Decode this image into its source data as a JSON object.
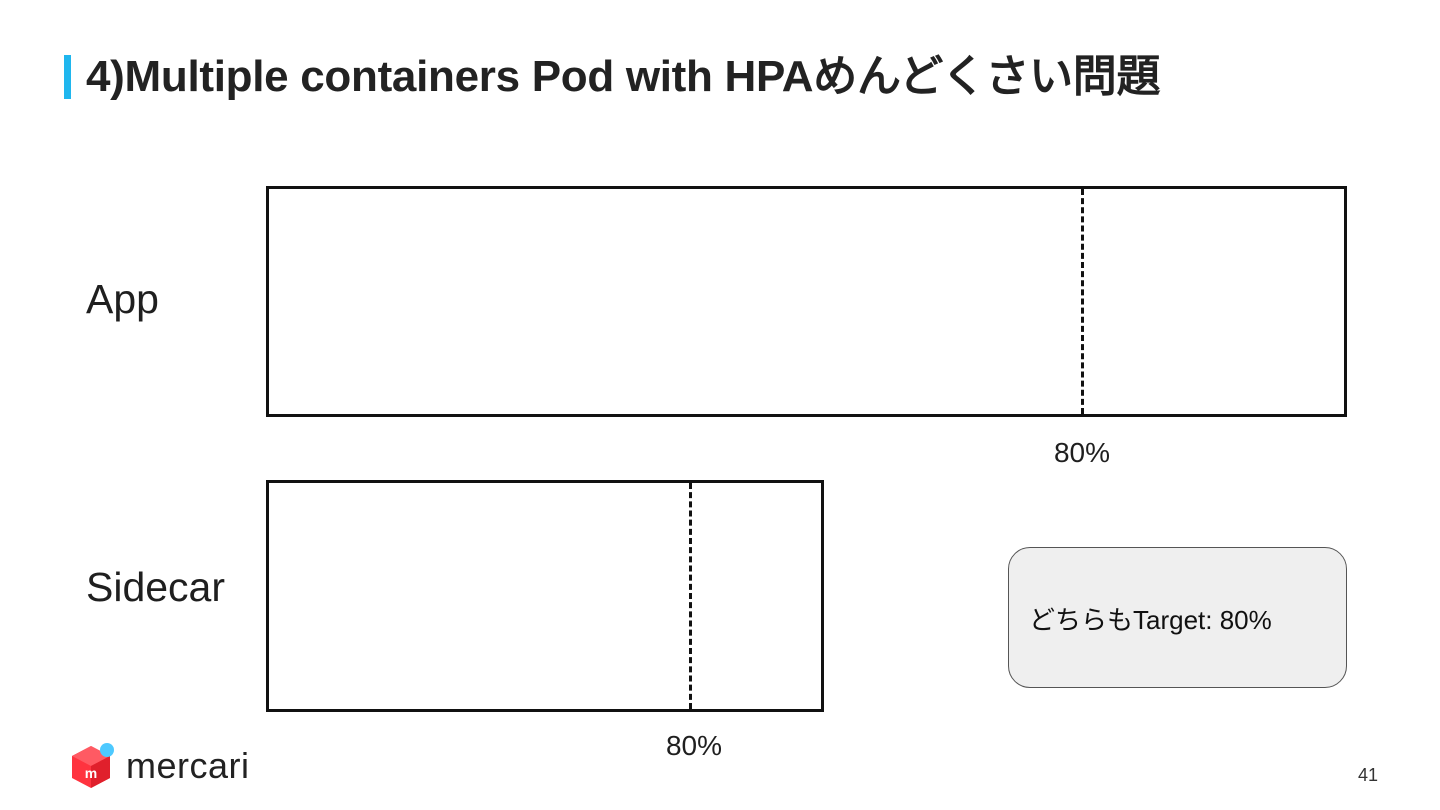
{
  "slide": {
    "title": "4)Multiple containers Pod with HPAめんどくさい問題",
    "accent_color": "#1fb6ee",
    "page_number": "41"
  },
  "rows": [
    {
      "label": "App",
      "threshold_label": "80%",
      "threshold_fraction": 0.757
    },
    {
      "label": "Sidecar",
      "threshold_label": "80%",
      "threshold_fraction": 0.763
    }
  ],
  "note": {
    "text": "どちらもTarget: 80%"
  },
  "brand": {
    "name": "mercari",
    "logo_icon": "mercari-cube-icon",
    "logo_color": "#ff333f",
    "dot_color": "#4dc9ff"
  }
}
